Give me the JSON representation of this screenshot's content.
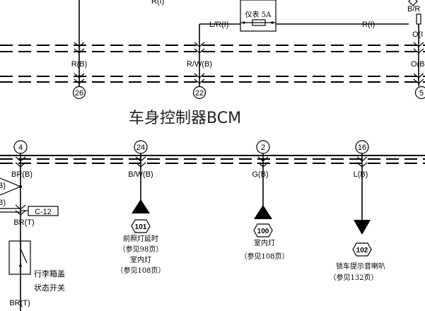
{
  "title": "车身控制器BCM",
  "fuse": {
    "label": "仪表 5A"
  },
  "top_wires": {
    "r_i_top": "R(I)",
    "l_r_i": "L/R(I)",
    "r_i_right": "R(I)",
    "b_r_i": "B/R",
    "o_i": "O(I",
    "r_b": "R(B)",
    "r_w_b": "R/W(B)",
    "o_b": "O(B"
  },
  "top_pins": {
    "p26": "26",
    "p22": "22",
    "p5": "5"
  },
  "bcm_pins": {
    "p4": "4",
    "p24": "24",
    "p2": "2",
    "p16": "16"
  },
  "bcm_wires": {
    "br_b": "BR(B)",
    "bw_b": "B/W(B)",
    "g_b": "G(B)",
    "l_b": "L(B)"
  },
  "left_side": {
    "b_upper": "B)",
    "b_lower": "B)",
    "connector": "C-12",
    "br_t_upper": "BR(T)",
    "br_t_lower": "BR(T)",
    "switch_label_1": "行李箱盖",
    "switch_label_2": "状态开关"
  },
  "refs": {
    "r101": {
      "num": "101",
      "line1": "前照灯延时",
      "line2": "（参见98页）",
      "line3": "室内灯",
      "line4": "（参见108页）"
    },
    "r100": {
      "num": "100",
      "line1": "室内灯",
      "line2": "（参见108页）"
    },
    "r102": {
      "num": "102",
      "line1": "锁车提示音喇叭",
      "line2": "（参见132页）"
    }
  }
}
